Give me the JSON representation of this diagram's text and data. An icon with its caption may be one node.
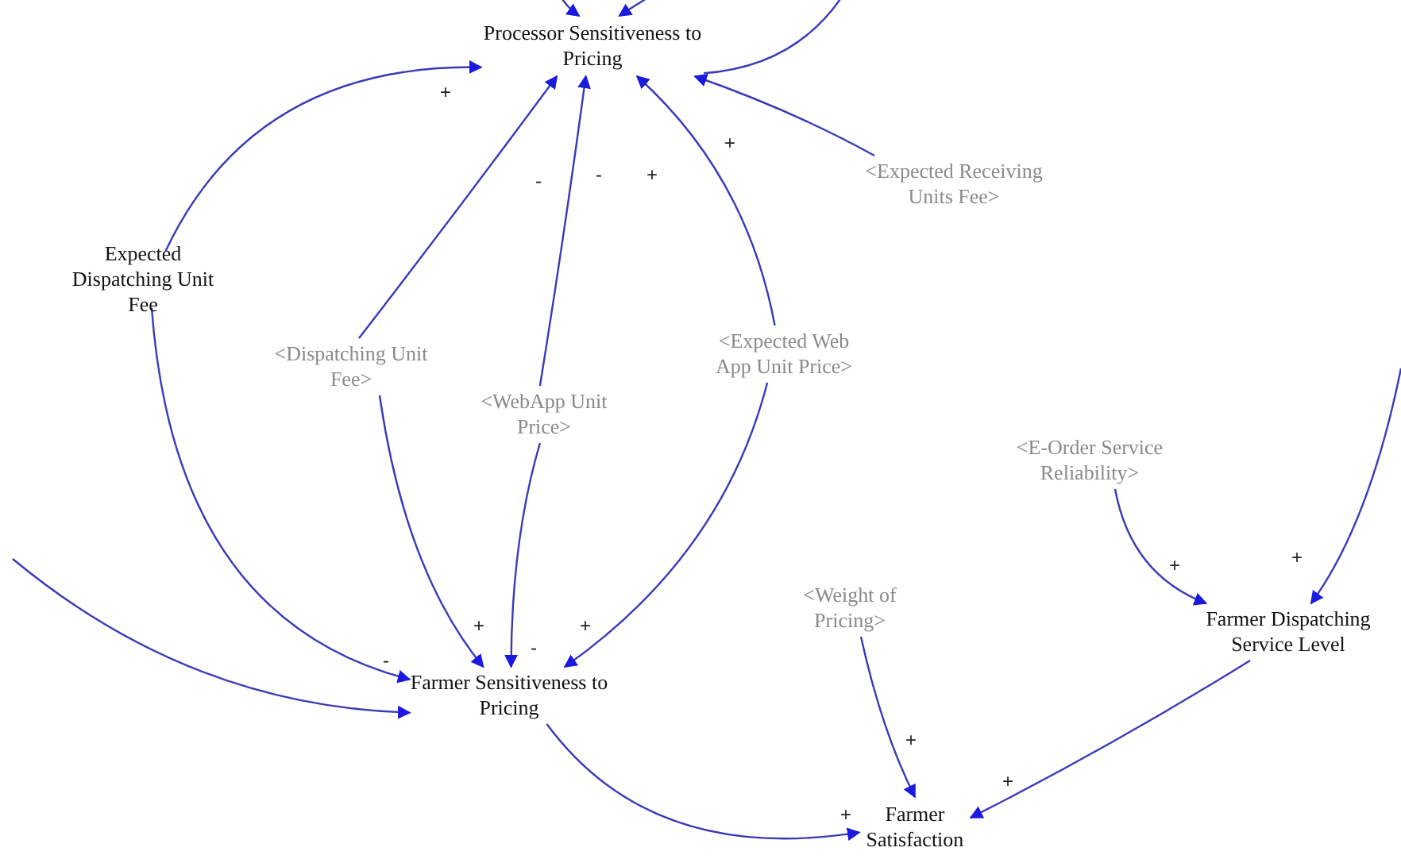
{
  "diagram": {
    "nodes": [
      {
        "text": [
          "Processor Sensitiveness to Pricing"
        ]
      },
      {
        "text": [
          "<Expected Receiving Units Fee>"
        ]
      },
      {
        "text": [
          "Expected Dispatching Unit Fee"
        ]
      },
      {
        "text": [
          "<Dispatching Unit Fee>"
        ]
      },
      {
        "text": [
          "<WebApp Unit Price>"
        ]
      },
      {
        "text": [
          "<Expected Web App Unit Price>"
        ]
      },
      {
        "text": [
          "<E-Order Service Reliability>"
        ]
      },
      {
        "text": [
          "<Weight of Pricing>"
        ]
      },
      {
        "text": [
          "Farmer Dispatching Service Level"
        ]
      },
      {
        "text": [
          "Farmer Sensitiveness to Pricing"
        ]
      },
      {
        "text": [
          "Farmer Satisfaction"
        ]
      }
    ],
    "edges": [
      {
        "from": 2,
        "to": 0,
        "arrow": "to",
        "label": "+"
      },
      {
        "from": 1,
        "to": 0,
        "arrow": "to",
        "label": "+"
      },
      {
        "from": 3,
        "to": 0,
        "arrow": "to",
        "label": "-"
      },
      {
        "from": 4,
        "to": 0,
        "arrow": "to",
        "label": "-"
      },
      {
        "from": 5,
        "to": 0,
        "arrow": "to",
        "label": "+"
      },
      {
        "from": 3,
        "to": 9,
        "arrow": "to",
        "label": "+"
      },
      {
        "from": 4,
        "to": 9,
        "arrow": "to",
        "label": "-"
      },
      {
        "from": 5,
        "to": 9,
        "arrow": "to",
        "label": "+"
      },
      {
        "from": 2,
        "to": 9,
        "arrow": "to",
        "label": "-"
      },
      {
        "from": null,
        "to": 9,
        "arrow": "to"
      },
      {
        "from": 9,
        "to": 10,
        "arrow": "to",
        "label": "+"
      },
      {
        "from": 7,
        "to": 10,
        "arrow": "to",
        "label": "+"
      },
      {
        "from": 8,
        "to": 10,
        "arrow": "to",
        "label": "+"
      },
      {
        "from": 6,
        "to": 8,
        "arrow": "to",
        "label": "+"
      },
      {
        "from": null,
        "to": 8,
        "arrow": "to",
        "label": "+"
      },
      {
        "from": null,
        "to": 0,
        "arrow": "to"
      },
      {
        "from": null,
        "to": 0,
        "arrow": "to"
      },
      {
        "from": 0,
        "to": null,
        "arrow": "none"
      }
    ]
  }
}
